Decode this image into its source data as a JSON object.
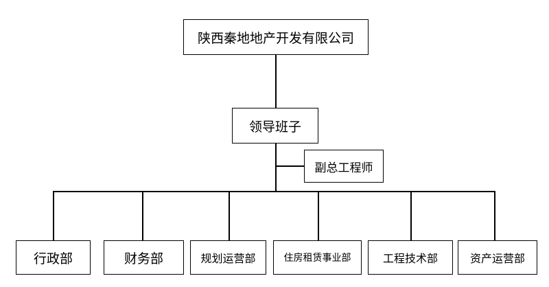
{
  "org": {
    "company": "陕西秦地地产开发有限公司",
    "leadership": "领导班子",
    "vice_chief_engineer": "副总工程师",
    "departments": [
      "行政部",
      "财务部",
      "规划运营部",
      "住房租赁事业部",
      "工程技术部",
      "资产运营部"
    ]
  },
  "colors": {
    "line": "#000000",
    "box_border": "#000000",
    "background": "#ffffff"
  }
}
